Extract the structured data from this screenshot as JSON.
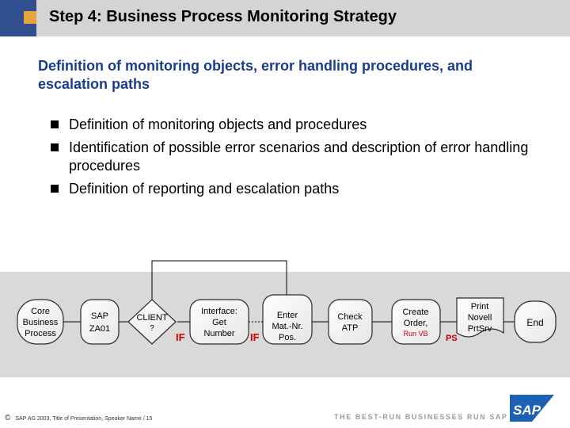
{
  "header": {
    "title": "Step 4: Business Process Monitoring Strategy"
  },
  "subtitle": "Definition of monitoring objects, error handling procedures, and escalation paths",
  "bullets": [
    "Definition of monitoring objects and procedures",
    "Identification of possible error scenarios and description of error handling procedures",
    "Definition of reporting and escalation paths"
  ],
  "flow": {
    "start": [
      "Core",
      "Business",
      "Process"
    ],
    "sap": [
      "SAP",
      "ZA01"
    ],
    "client": [
      "CLIENT",
      "?"
    ],
    "if1": "IF",
    "interface": [
      "Interface:",
      "Get",
      "Number"
    ],
    "if2": "IF",
    "enter": [
      "Enter",
      "Mat.-Nr.",
      "Pos."
    ],
    "check": [
      "Check",
      "ATP"
    ],
    "create": [
      "Create",
      "Order,"
    ],
    "run_vb": "Run VB",
    "ps": "PS",
    "print": [
      "Print",
      "Novell",
      "PrtSrv"
    ],
    "end": "End"
  },
  "footer": {
    "copyright": "©",
    "left": "SAP AG 2003, Title of Presentation, Speaker Name / 15",
    "slogan": "THE BEST-RUN BUSINESSES RUN SAP",
    "logo": "SAP"
  },
  "colors": {
    "header_blue": "#2f4f8f",
    "header_gold": "#e8a33d",
    "subtitle_blue": "#1a3c8c",
    "if_red": "#cc0000",
    "logo_blue": "#1c62b4"
  }
}
